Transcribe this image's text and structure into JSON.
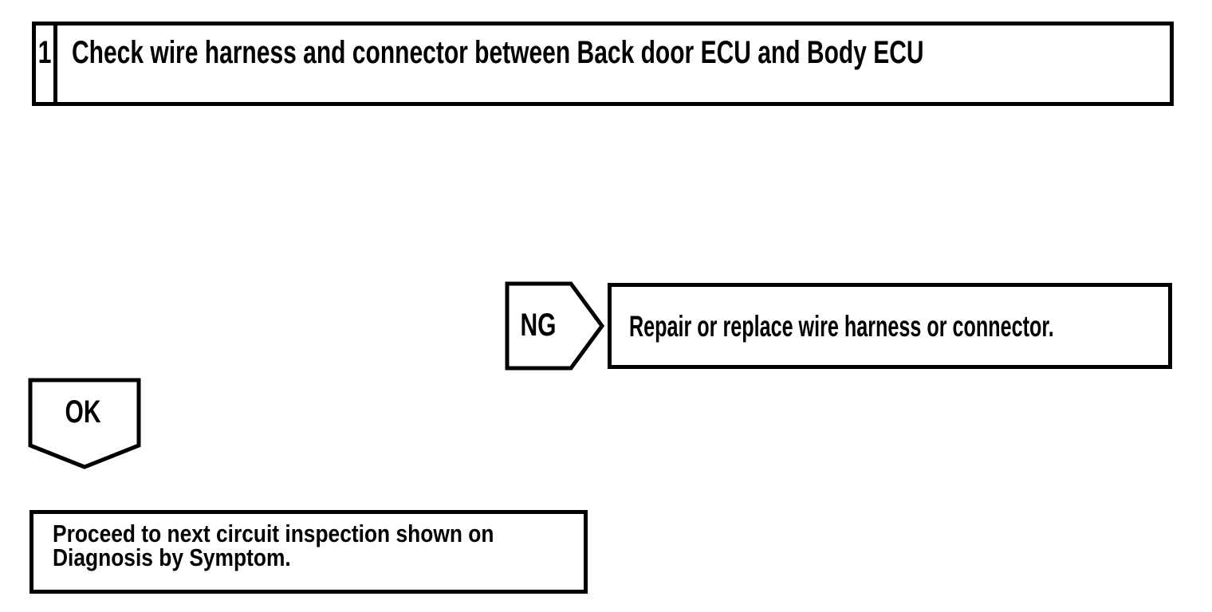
{
  "page": {
    "background_color": "#ffffff",
    "ink_color": "#000000",
    "kind": "diagnostic-flowchart"
  },
  "flowchart": {
    "step": {
      "number": "1",
      "instruction": "Check wire harness and connector between Back door ECU and Body ECU"
    },
    "ng_branch": {
      "label": "NG",
      "action": "Repair or replace wire harness or connector."
    },
    "ok_branch": {
      "label": "OK",
      "action_line1": "Proceed to next circuit inspection shown on",
      "action_line2": "Diagnosis by Symptom."
    }
  }
}
